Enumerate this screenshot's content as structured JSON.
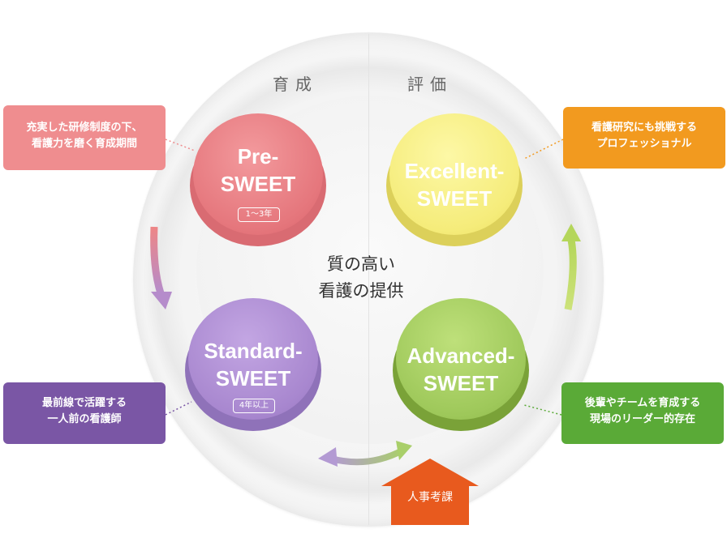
{
  "labels": {
    "left_section": "育成",
    "right_section": "評価",
    "center_line1": "質の高い",
    "center_line2": "看護の提供"
  },
  "macarons": {
    "pre": {
      "line1": "Pre-",
      "line2": "SWEET",
      "badge": "1〜3年"
    },
    "excellent": {
      "line1": "Excellent-",
      "line2": "SWEET"
    },
    "standard": {
      "line1": "Standard-",
      "line2": "SWEET",
      "badge": "4年以上"
    },
    "advanced": {
      "line1": "Advanced-",
      "line2": "SWEET"
    }
  },
  "callouts": {
    "pre": {
      "line1": "充実した研修制度の下、",
      "line2": "看護力を磨く育成期間"
    },
    "excellent": {
      "line1": "看護研究にも挑戦する",
      "line2": "プロフェッショナル"
    },
    "standard": {
      "line1": "最前線で活躍する",
      "line2": "一人前の看護師"
    },
    "advanced": {
      "line1": "後輩やチームを育成する",
      "line2": "現場のリーダー的存在"
    }
  },
  "evaluation": {
    "label": "人事考課"
  },
  "colors": {
    "pre": "#e5767c",
    "excellent": "#f5ec7a",
    "standard": "#a887cf",
    "advanced": "#9ec85a",
    "callout_pre": "#ef8d8f",
    "callout_excellent": "#f29a1f",
    "callout_standard": "#7a56a5",
    "callout_advanced": "#5aaa37",
    "evaluation_arrow": "#e85a1e"
  }
}
